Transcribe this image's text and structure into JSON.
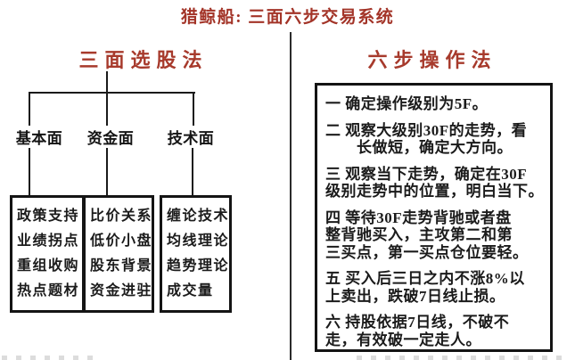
{
  "title": "猎鲸船: 三面六步交易系统",
  "left_panel": {
    "header": "三面选股法",
    "branches": [
      {
        "label": "基本面",
        "items": [
          "政策支持",
          "业绩拐点",
          "重组收购",
          "热点题材"
        ]
      },
      {
        "label": "资金面",
        "items": [
          "比价关系",
          "低价小盘",
          "股东背景",
          "资金进驻"
        ]
      },
      {
        "label": "技术面",
        "items": [
          "缠论技术",
          "均线理论",
          "趋势理论",
          "成交量"
        ]
      }
    ]
  },
  "right_panel": {
    "header": "六步操作法",
    "steps": [
      {
        "lines": [
          "一 确定操作级别为5F。"
        ]
      },
      {
        "lines": [
          "二 观察大级别30F的走势，看",
          "　　长做短，确定大方向。"
        ]
      },
      {
        "lines": [
          "三 观察当下走势，确定在30F",
          "级别走势中的位置，明白当下。"
        ]
      },
      {
        "lines": [
          "四 等待30F走势背驰或者盘",
          "整背驰买入，主攻第二和第",
          "三买点，第一买点仓位要轻。"
        ]
      },
      {
        "lines": [
          "五 买入后三日之内不涨8%以",
          "上卖出，跌破7日线止损。"
        ]
      },
      {
        "lines": [
          "六 持股依据7日线，不破不",
          "走，有效破一定走人。"
        ]
      }
    ]
  },
  "colors": {
    "accent_red": "#a73a2c",
    "line_black": "#1a1a1a"
  }
}
